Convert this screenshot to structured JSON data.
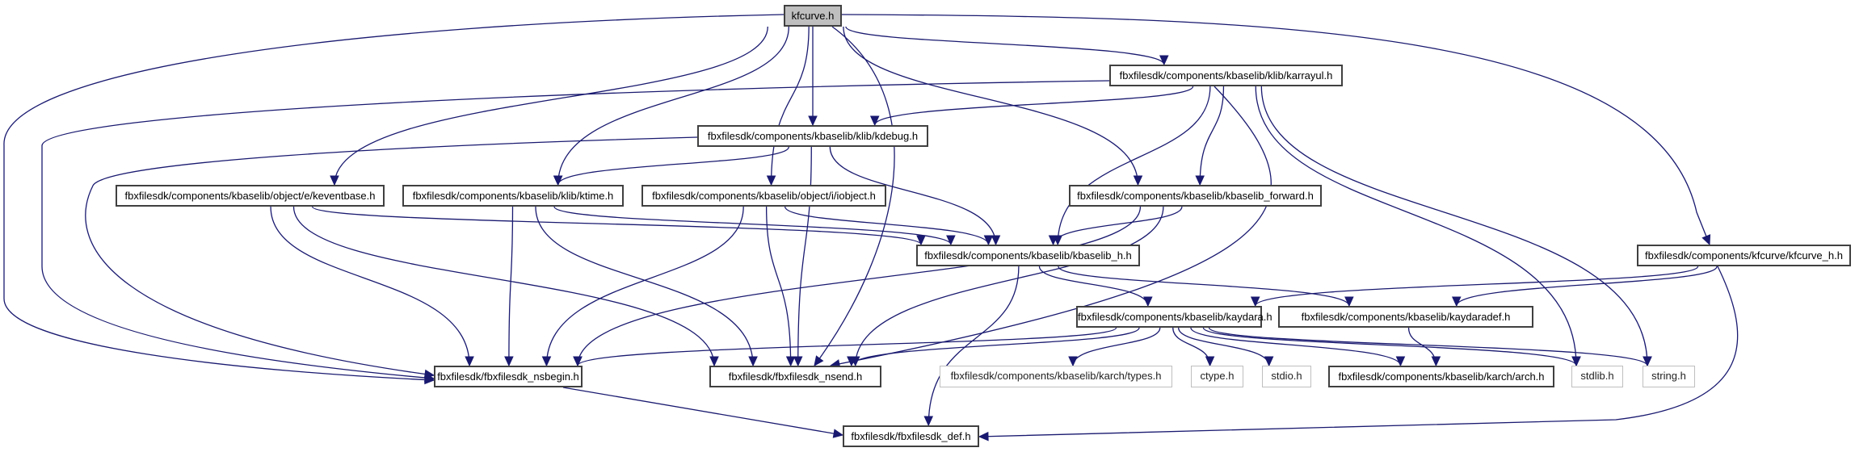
{
  "graph": {
    "title": "kfcurve.h include dependency graph",
    "edge_color": "#191970",
    "root_fill": "#bfbfbf",
    "external_border": "#bfbfbf",
    "nodes": {
      "kfcurve": {
        "label": "kfcurve.h",
        "kind": "root"
      },
      "karrayul": {
        "label": "fbxfilesdk/components/kbaselib/klib/karrayul.h",
        "kind": "documented"
      },
      "kdebug": {
        "label": "fbxfilesdk/components/kbaselib/klib/kdebug.h",
        "kind": "documented"
      },
      "keventbase": {
        "label": "fbxfilesdk/components/kbaselib/object/e/keventbase.h",
        "kind": "documented"
      },
      "ktime": {
        "label": "fbxfilesdk/components/kbaselib/klib/ktime.h",
        "kind": "documented"
      },
      "iobject": {
        "label": "fbxfilesdk/components/kbaselib/object/i/iobject.h",
        "kind": "documented"
      },
      "kbaselib_forward": {
        "label": "fbxfilesdk/components/kbaselib/kbaselib_forward.h",
        "kind": "documented"
      },
      "kbaselib_h": {
        "label": "fbxfilesdk/components/kbaselib/kbaselib_h.h",
        "kind": "documented"
      },
      "kfcurve_h": {
        "label": "fbxfilesdk/components/kfcurve/kfcurve_h.h",
        "kind": "documented"
      },
      "kaydara": {
        "label": "fbxfilesdk/components/kbaselib/kaydara.h",
        "kind": "documented"
      },
      "kaydaradef": {
        "label": "fbxfilesdk/components/kbaselib/kaydaradef.h",
        "kind": "documented"
      },
      "nsbegin": {
        "label": "fbxfilesdk/fbxfilesdk_nsbegin.h",
        "kind": "documented"
      },
      "nsend": {
        "label": "fbxfilesdk/fbxfilesdk_nsend.h",
        "kind": "documented"
      },
      "types": {
        "label": "fbxfilesdk/components/kbaselib/karch/types.h",
        "kind": "external"
      },
      "ctype": {
        "label": "ctype.h",
        "kind": "external"
      },
      "stdio": {
        "label": "stdio.h",
        "kind": "external"
      },
      "arch": {
        "label": "fbxfilesdk/components/kbaselib/karch/arch.h",
        "kind": "documented"
      },
      "stdlib": {
        "label": "stdlib.h",
        "kind": "external"
      },
      "string": {
        "label": "string.h",
        "kind": "external"
      },
      "def": {
        "label": "fbxfilesdk/fbxfilesdk_def.h",
        "kind": "documented"
      }
    },
    "edges": [
      [
        "kfcurve",
        "karrayul"
      ],
      [
        "kfcurve",
        "kdebug"
      ],
      [
        "kfcurve",
        "keventbase"
      ],
      [
        "kfcurve",
        "ktime"
      ],
      [
        "kfcurve",
        "iobject"
      ],
      [
        "kfcurve",
        "kbaselib_forward"
      ],
      [
        "kfcurve",
        "kfcurve_h"
      ],
      [
        "kfcurve",
        "nsbegin"
      ],
      [
        "kfcurve",
        "nsend"
      ],
      [
        "karrayul",
        "kdebug"
      ],
      [
        "karrayul",
        "kbaselib_h"
      ],
      [
        "karrayul",
        "kbaselib_forward"
      ],
      [
        "karrayul",
        "nsbegin"
      ],
      [
        "karrayul",
        "nsend"
      ],
      [
        "karrayul",
        "stdlib"
      ],
      [
        "karrayul",
        "string"
      ],
      [
        "kdebug",
        "ktime"
      ],
      [
        "kdebug",
        "kbaselib_h"
      ],
      [
        "kdebug",
        "nsbegin"
      ],
      [
        "kdebug",
        "nsend"
      ],
      [
        "keventbase",
        "kbaselib_h"
      ],
      [
        "keventbase",
        "nsbegin"
      ],
      [
        "keventbase",
        "nsend"
      ],
      [
        "ktime",
        "kbaselib_h"
      ],
      [
        "ktime",
        "nsbegin"
      ],
      [
        "ktime",
        "nsend"
      ],
      [
        "iobject",
        "kbaselib_h"
      ],
      [
        "iobject",
        "nsbegin"
      ],
      [
        "iobject",
        "nsend"
      ],
      [
        "kbaselib_forward",
        "kbaselib_h"
      ],
      [
        "kbaselib_forward",
        "nsbegin"
      ],
      [
        "kbaselib_forward",
        "nsend"
      ],
      [
        "kbaselib_h",
        "kaydara"
      ],
      [
        "kbaselib_h",
        "kaydaradef"
      ],
      [
        "kbaselib_h",
        "def"
      ],
      [
        "kfcurve_h",
        "kaydara"
      ],
      [
        "kfcurve_h",
        "kaydaradef"
      ],
      [
        "kfcurve_h",
        "def"
      ],
      [
        "kaydara",
        "nsbegin"
      ],
      [
        "kaydara",
        "nsend"
      ],
      [
        "kaydara",
        "types"
      ],
      [
        "kaydara",
        "ctype"
      ],
      [
        "kaydara",
        "stdio"
      ],
      [
        "kaydara",
        "arch"
      ],
      [
        "kaydara",
        "stdlib"
      ],
      [
        "kaydara",
        "string"
      ],
      [
        "kaydaradef",
        "arch"
      ],
      [
        "nsbegin",
        "def"
      ]
    ]
  }
}
